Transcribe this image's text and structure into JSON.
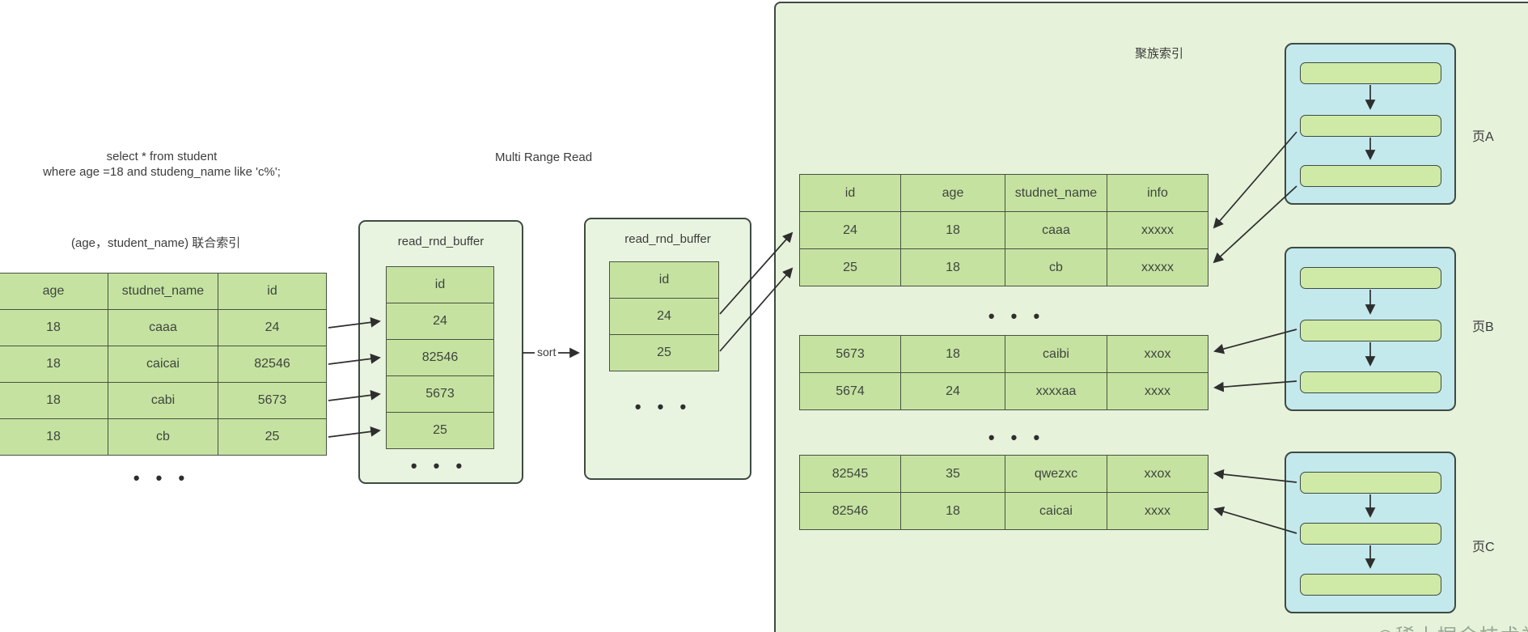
{
  "sql": {
    "line1": "select * from student",
    "line2": "where age =18 and studeng_name like 'c%';"
  },
  "labels": {
    "composite_index": "(age，student_name) 联合索引",
    "mrr": "Multi Range Read",
    "clustered_index": "聚族索引",
    "sort": "sort",
    "page_a": "页A",
    "page_b": "页B",
    "page_c": "页C",
    "ellipsis": "• • •",
    "watermark": "◎稀土掘金技术社区"
  },
  "index_table": {
    "headers": [
      "age",
      "studnet_name",
      "id"
    ],
    "rows": [
      [
        "18",
        "caaa",
        "24"
      ],
      [
        "18",
        "caicai",
        "82546"
      ],
      [
        "18",
        "cabi",
        "5673"
      ],
      [
        "18",
        "cb",
        "25"
      ]
    ]
  },
  "buffer1": {
    "title": "read_rnd_buffer",
    "cells": [
      "id",
      "24",
      "82546",
      "5673",
      "25"
    ]
  },
  "buffer2": {
    "title": "read_rnd_buffer",
    "cells": [
      "id",
      "24",
      "25"
    ]
  },
  "clustered": {
    "headers": [
      "id",
      "age",
      "studnet_name",
      "info"
    ],
    "table1": [
      [
        "24",
        "18",
        "caaa",
        "xxxxx"
      ],
      [
        "25",
        "18",
        "cb",
        "xxxxx"
      ]
    ],
    "table2": [
      [
        "5673",
        "18",
        "caibi",
        "xxox"
      ],
      [
        "5674",
        "24",
        "xxxxaa",
        "xxxx"
      ]
    ],
    "table3": [
      [
        "82545",
        "35",
        "qwezxc",
        "xxox"
      ],
      [
        "82546",
        "18",
        "caicai",
        "xxxx"
      ]
    ]
  },
  "colors": {
    "cellGreen": "#c6e2a1",
    "panelGreen": "#e6f2da",
    "bufferGreen": "#e9f4e0",
    "blueBox": "#c3e9ed",
    "barGreen": "#cfeaa6",
    "line": "#47523f",
    "boxLine": "#3f4a44",
    "text": "#3d453d",
    "arrow": "#2e2e2e",
    "watermark": "#97a795"
  }
}
